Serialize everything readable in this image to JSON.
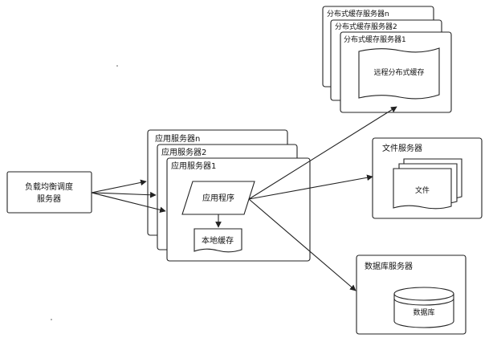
{
  "load_balancer": {
    "line1": "负载均衡调度",
    "line2": "服务器"
  },
  "app_servers": {
    "n_title": "应用服务器n",
    "s2_title": "应用服务器2",
    "s1_title": "应用服务器1",
    "app_program": "应用程序",
    "local_cache": "本地缓存"
  },
  "cache_servers": {
    "n_title": "分布式缓存服务器n",
    "s2_title": "分布式缓存服务器2",
    "s1_title": "分布式缓存服务器1",
    "remote_cache": "远程分布式缓存"
  },
  "file_server": {
    "title": "文件服务器",
    "files": "文件"
  },
  "db_server": {
    "title": "数据库服务器",
    "db": "数据库"
  }
}
